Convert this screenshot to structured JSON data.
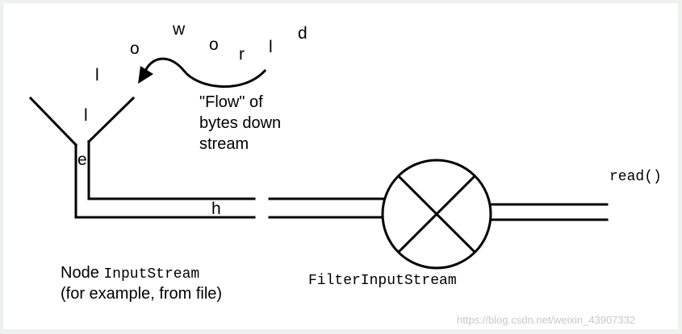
{
  "flowing_letters": [
    "w",
    "d",
    "o",
    "o",
    "r",
    "l",
    "l",
    "l",
    "e",
    "h"
  ],
  "flow_caption": [
    "\"Flow\" of",
    "bytes down",
    "stream"
  ],
  "node_caption": {
    "line1_prefix": "Node ",
    "line1_mono": "InputStream",
    "line2": "(for example, from file)"
  },
  "filter_label": "FilterInputStream",
  "read_label": "read()",
  "watermark": "https://blog.csdn.net/weixin_43907332"
}
